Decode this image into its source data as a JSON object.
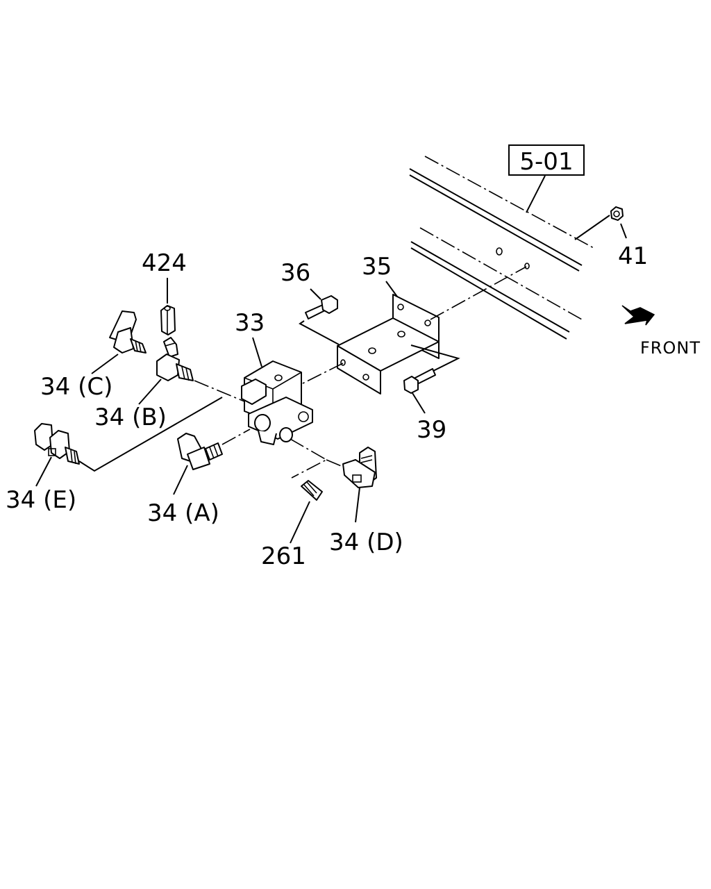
{
  "labels": {
    "ref_box": "5-01",
    "p41": "41",
    "p424": "424",
    "p36": "36",
    "p35": "35",
    "p33": "33",
    "p34c": "34 (C)",
    "p34b": "34 (B)",
    "p34e": "34 (E)",
    "p34a": "34 (A)",
    "p39": "39",
    "p261": "261",
    "p34d": "34 (D)"
  },
  "direction": {
    "label": "FRONT",
    "icon": "arrow-icon"
  },
  "colors": {
    "line": "#000000",
    "background": "#ffffff"
  }
}
